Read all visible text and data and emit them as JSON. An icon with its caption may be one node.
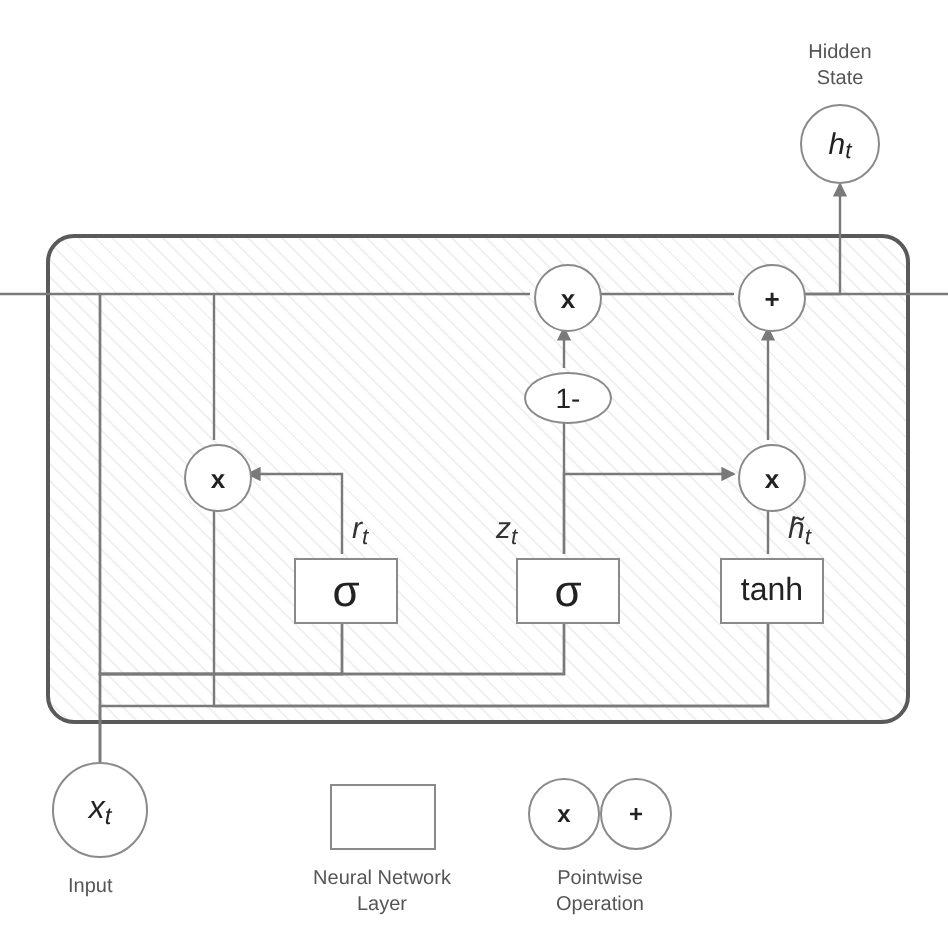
{
  "diagram": {
    "nodes": [
      {
        "text": [],
        "shape": "box"
      },
      {
        "text": [
          "x"
        ],
        "in": 0
      },
      {
        "text": [
          "σ"
        ],
        "in": 0,
        "beside": [
          "r$_{t}$"
        ]
      },
      {
        "text": [
          "x"
        ],
        "in": 0
      },
      {
        "text": [
          "1-"
        ],
        "in": 0
      },
      {
        "text": [
          "σ"
        ],
        "in": 0,
        "beside": [
          "z$_{t}$"
        ]
      },
      {
        "text": [
          "+"
        ],
        "in": 0
      },
      {
        "text": [
          "x"
        ],
        "in": 0
      },
      {
        "text": [
          "tanh"
        ],
        "in": 0,
        "beside": [
          "h̃$_{t}$"
        ]
      },
      {
        "text": [
          "Hidden State",
          "h$_{t}$"
        ]
      },
      {
        "text": [
          "x$_{t}$"
        ],
        "beside": [
          "Input"
        ]
      }
    ],
    "edges": [
      {
        "from": null,
        "to": 3,
        "arrow": "none"
      },
      {
        "from": null,
        "to": 1,
        "arrow": "none"
      },
      {
        "from": null,
        "to": 2,
        "arrow": "none"
      },
      {
        "from": null,
        "to": 5,
        "arrow": "none"
      },
      {
        "from": 10,
        "to": 2,
        "arrow": "none"
      },
      {
        "from": 10,
        "to": 5,
        "arrow": "none"
      },
      {
        "from": 10,
        "to": 8,
        "arrow": "none"
      },
      {
        "from": 1,
        "to": 8,
        "arrow": "none"
      },
      {
        "from": 2,
        "to": 1,
        "arrow": "to"
      },
      {
        "from": 5,
        "to": 4,
        "arrow": "none"
      },
      {
        "from": 5,
        "to": 7,
        "arrow": "to"
      },
      {
        "from": 4,
        "to": 3,
        "arrow": "to"
      },
      {
        "from": 3,
        "to": 6,
        "arrow": "none"
      },
      {
        "from": 8,
        "to": 7,
        "arrow": "none"
      },
      {
        "from": 7,
        "to": 6,
        "arrow": "to"
      },
      {
        "from": 6,
        "to": 9,
        "arrow": "to"
      },
      {
        "from": 6,
        "to": null,
        "arrow": "none"
      }
    ],
    "labels": [
      "x",
      "+"
    ],
    "legend": [
      {
        "text": "Neural Network Layer"
      },
      {
        "text": "Pointwise Operation"
      }
    ]
  }
}
